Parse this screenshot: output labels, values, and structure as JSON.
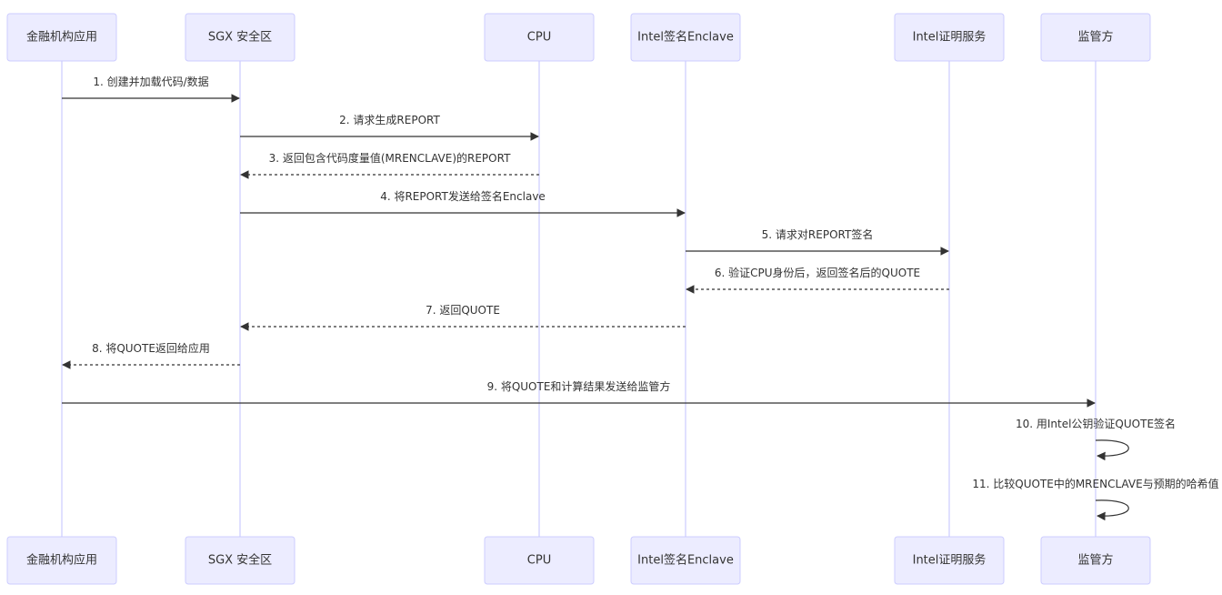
{
  "participants": [
    {
      "id": "app",
      "label": "金融机构应用"
    },
    {
      "id": "sgx",
      "label": "SGX 安全区"
    },
    {
      "id": "cpu",
      "label": "CPU"
    },
    {
      "id": "sign",
      "label": "Intel签名Enclave"
    },
    {
      "id": "attest",
      "label": "Intel证明服务"
    },
    {
      "id": "reg",
      "label": "监管方"
    }
  ],
  "messages": [
    {
      "from": "app",
      "to": "sgx",
      "label": "1. 创建并加载代码/数据",
      "style": "solid"
    },
    {
      "from": "sgx",
      "to": "cpu",
      "label": "2. 请求生成REPORT",
      "style": "solid"
    },
    {
      "from": "cpu",
      "to": "sgx",
      "label": "3. 返回包含代码度量值(MRENCLAVE)的REPORT",
      "style": "dashed"
    },
    {
      "from": "sgx",
      "to": "sign",
      "label": "4. 将REPORT发送给签名Enclave",
      "style": "solid"
    },
    {
      "from": "sign",
      "to": "attest",
      "label": "5. 请求对REPORT签名",
      "style": "solid"
    },
    {
      "from": "attest",
      "to": "sign",
      "label": "6. 验证CPU身份后，返回签名后的QUOTE",
      "style": "dashed"
    },
    {
      "from": "sign",
      "to": "sgx",
      "label": "7. 返回QUOTE",
      "style": "dashed"
    },
    {
      "from": "sgx",
      "to": "app",
      "label": "8. 将QUOTE返回给应用",
      "style": "dashed"
    },
    {
      "from": "app",
      "to": "reg",
      "label": "9. 将QUOTE和计算结果发送给监管方",
      "style": "solid"
    },
    {
      "from": "reg",
      "to": "reg",
      "label": "10. 用Intel公钥验证QUOTE签名",
      "style": "solid"
    },
    {
      "from": "reg",
      "to": "reg",
      "label": "11. 比较QUOTE中的MRENCLAVE与预期的哈希值",
      "style": "solid"
    }
  ],
  "colors": {
    "actor_fill": "#ECECFF",
    "actor_stroke": "#CCCCFF",
    "line": "#333333",
    "text": "#333333"
  }
}
